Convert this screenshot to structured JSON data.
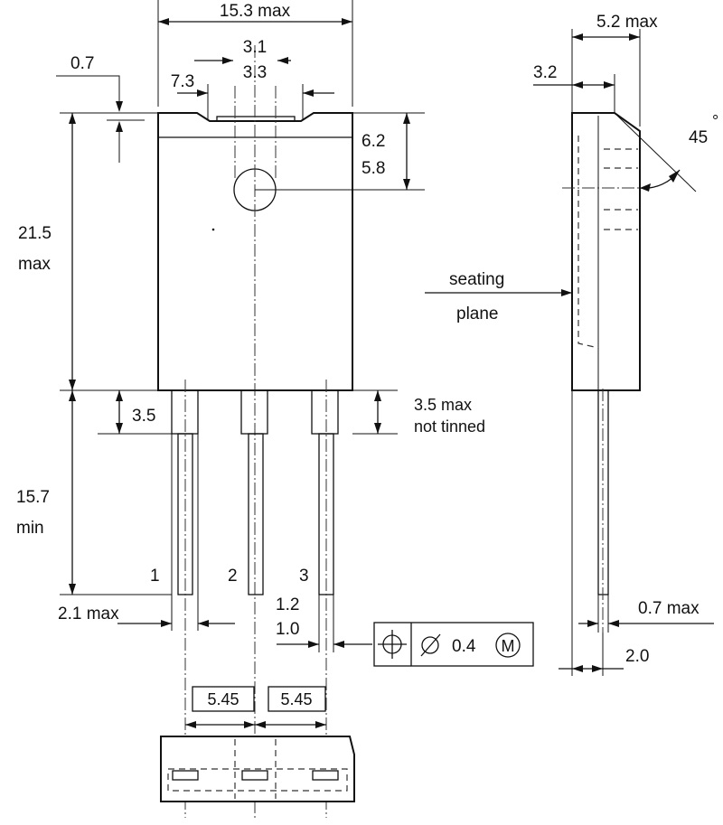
{
  "front_view": {
    "width_max": "15.3 max",
    "dim_0_7": "0.7",
    "dim_3_1": "3.1",
    "dim_3_3": "3.3",
    "dim_7_3": "7.3",
    "dim_6_2": "6.2",
    "dim_5_8": "5.8",
    "height_value": "21.5",
    "height_suffix": "max",
    "lead_root": "3.5",
    "not_tinned_value": "3.5 max",
    "not_tinned_text": "not tinned",
    "lead_len_value": "15.7",
    "lead_len_suffix": "min",
    "pin_1": "1",
    "pin_2": "2",
    "pin_3": "3",
    "lead_width_max": "2.1 max",
    "dim_1_2": "1.2",
    "dim_1_0": "1.0",
    "tolerance_value": "0.4",
    "tolerance_modifier": "M"
  },
  "side_view": {
    "thickness_max": "5.2 max",
    "dim_3_2": "3.2",
    "angle": "45",
    "angle_unit": "°",
    "seating_line1": "seating",
    "seating_line2": "plane",
    "lead_thk_max": "0.7 max",
    "dim_2_0": "2.0"
  },
  "bottom_view": {
    "pitch_left": "5.45",
    "pitch_right": "5.45"
  }
}
